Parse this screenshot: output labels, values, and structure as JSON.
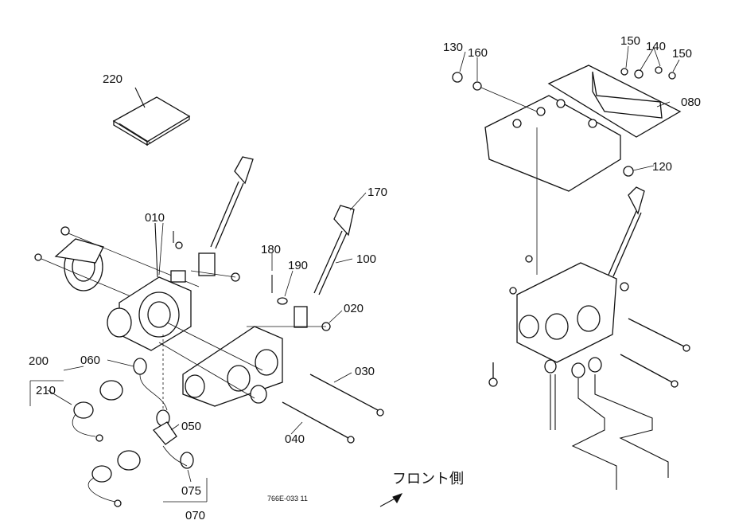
{
  "callouts": {
    "c130": "130",
    "c160": "160",
    "c150a": "150",
    "c140": "140",
    "c150b": "150",
    "c080": "080",
    "c120": "120",
    "c220": "220",
    "c010": "010",
    "c170": "170",
    "c180": "180",
    "c190": "190",
    "c100": "100",
    "c020": "020",
    "c030": "030",
    "c200": "200",
    "c060": "060",
    "c210": "210",
    "c050": "050",
    "c040": "040",
    "c075": "075",
    "c070": "070"
  },
  "drawing_number": "766E-033 11",
  "front_side_label": "フロント側"
}
